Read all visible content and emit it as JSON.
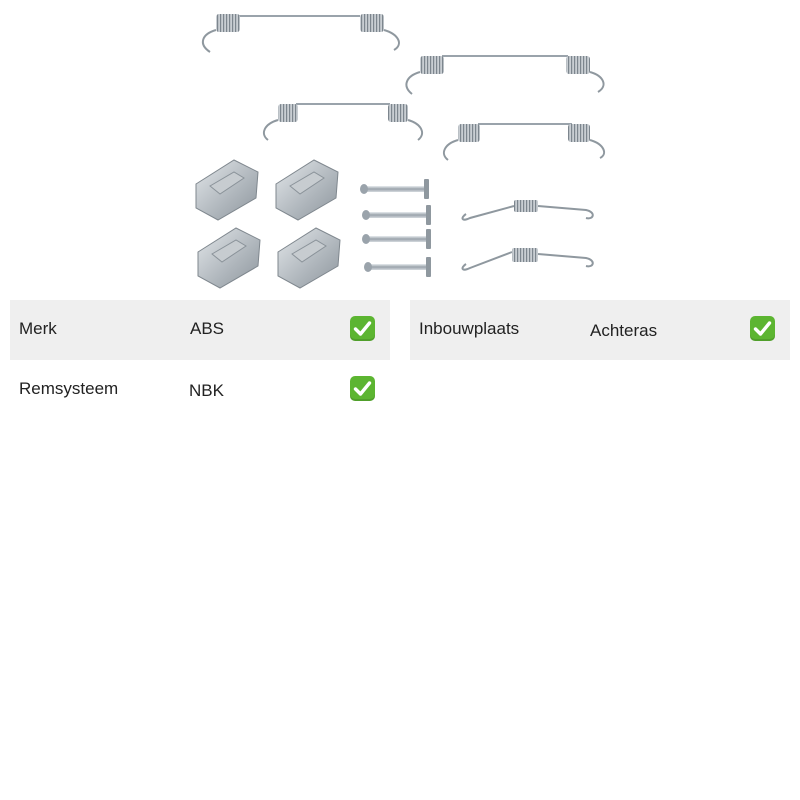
{
  "product_image": {
    "alt": "Brake shoe accessory kit: springs, clips and pins",
    "icon": "brake-accessory-kit-image"
  },
  "specs": [
    {
      "label": "Merk",
      "value": "ABS",
      "check": "check-icon"
    },
    {
      "label": "Inbouwplaats",
      "value": "Achteras",
      "check": "check-icon"
    },
    {
      "label": "Remsysteem",
      "value": "NBK",
      "check": "check-icon"
    }
  ],
  "colors": {
    "row_shade": "#efefef",
    "check_green": "#5cb531",
    "metal": "#a9b1b8"
  }
}
